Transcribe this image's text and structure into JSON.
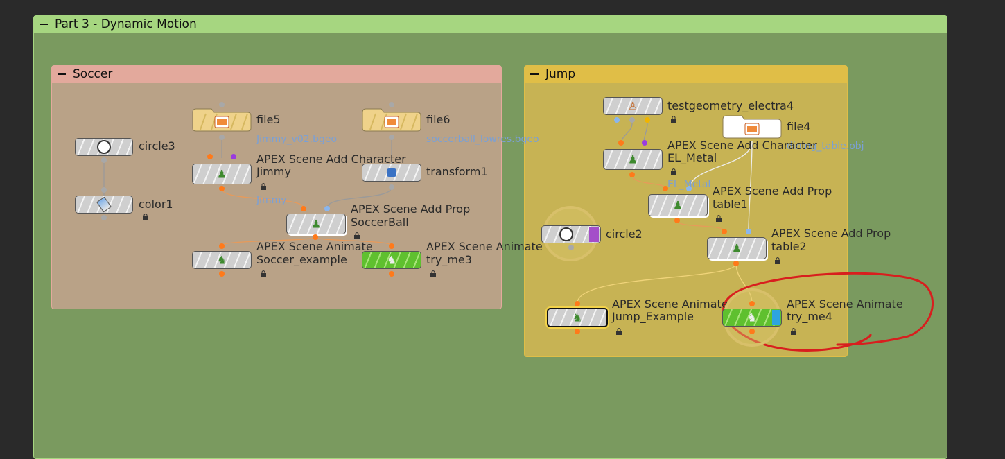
{
  "part_box": {
    "title": "Part 3 - Dynamic Motion"
  },
  "soccer_box": {
    "title": "Soccer",
    "nodes": {
      "file5": {
        "name": "file5",
        "sub": "Jimmy_v02.bgeo"
      },
      "file6": {
        "name": "file6",
        "sub": "soccerball_lowres.bgeo"
      },
      "circle3": {
        "name": "circle3"
      },
      "color1": {
        "name": "color1"
      },
      "jimmy": {
        "type": "APEX Scene Add Character",
        "name": "Jimmy"
      },
      "transform1": {
        "name": "transform1"
      },
      "soccerball": {
        "type": "APEX Scene Add Prop",
        "name": "SoccerBall",
        "sub": "Jimmy"
      },
      "soccer_example": {
        "type": "APEX Scene Animate",
        "name": "Soccer_example"
      },
      "try_me3": {
        "type": "APEX Scene Animate",
        "name": "try_me3"
      }
    }
  },
  "jump_box": {
    "title": "Jump",
    "nodes": {
      "testgeo": {
        "name": "testgeometry_electra4"
      },
      "file4": {
        "name": "file4",
        "sub": "dining_table.obj"
      },
      "el_metal": {
        "type": "APEX Scene Add Character",
        "name": "EL_Metal"
      },
      "table1": {
        "type": "APEX Scene Add Prop",
        "name": "table1",
        "sub": "EL_Metal"
      },
      "circle2": {
        "name": "circle2"
      },
      "table2": {
        "type": "APEX Scene Add Prop",
        "name": "table2"
      },
      "jump_example": {
        "type": "APEX Scene Animate",
        "name": "Jump_Example"
      },
      "try_me4": {
        "type": "APEX Scene Animate",
        "name": "try_me4"
      }
    }
  },
  "colors": {
    "part_bg": "#7a9a5f",
    "part_header": "#a6d680",
    "soccer_bg": "#b9a287",
    "soccer_header": "#e3a99c",
    "jump_bg": "#c7b354",
    "jump_header": "#e0be47",
    "annotation": "#d81e1e"
  },
  "icons": [
    "folder-icon",
    "circle-icon",
    "color-icon",
    "character-icon",
    "transform-icon",
    "prop-icon",
    "animate-icon",
    "lock-icon",
    "figure-icon"
  ]
}
